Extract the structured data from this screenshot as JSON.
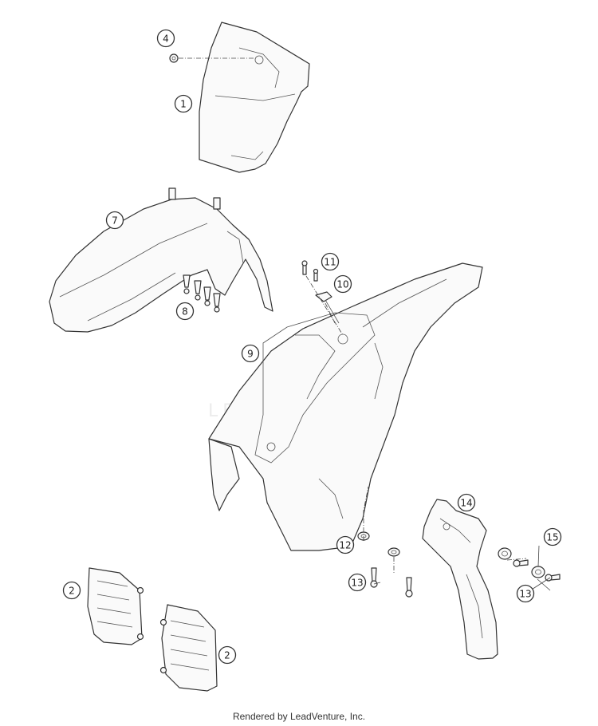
{
  "diagram": {
    "watermark": "LEADVENTURE",
    "footer": "Rendered by LeadVenture, Inc.",
    "callouts": [
      "4",
      "1",
      "7",
      "8",
      "11",
      "10",
      "9",
      "14",
      "15",
      "12",
      "13",
      "13",
      "2",
      "2"
    ]
  }
}
